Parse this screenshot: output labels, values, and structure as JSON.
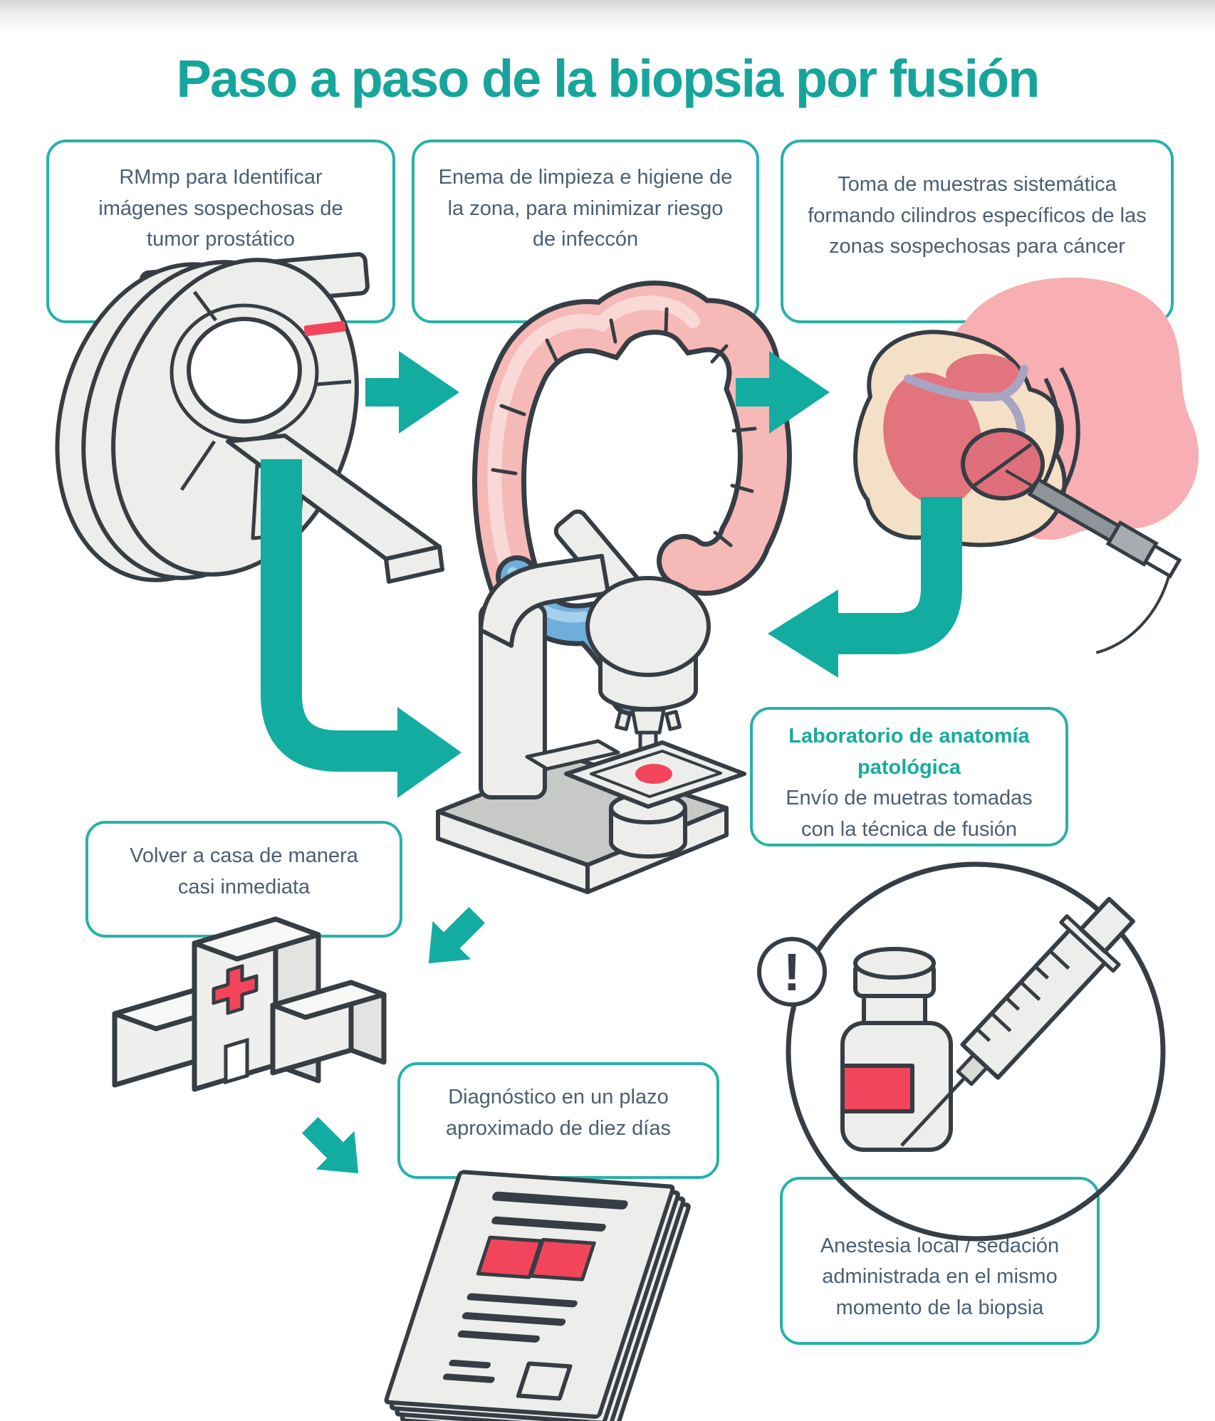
{
  "title": "Paso a paso de la biopsia por fusión",
  "colors": {
    "teal": "#13aca1",
    "teal_border": "#27b2a8",
    "title_teal": "#17a59b",
    "text": "#4c5e72",
    "red": "#f2455c",
    "illustration_gray": "#ededeb",
    "outline": "#363d44"
  },
  "steps": {
    "mri": {
      "text": "RMmp para Identificar imágenes sospechosas de tumor prostático",
      "icon": "mri-scanner-icon"
    },
    "enema": {
      "text": "Enema de limpieza e higiene de la zona, para minimizar riesgo de infeccón",
      "icon": "colon-icon"
    },
    "sampling": {
      "text": "Toma de muestras sistemática formando cilindros específicos de las zonas sospechosas para cáncer",
      "icon": "prostate-biopsy-icon"
    },
    "lab": {
      "heading": "Laboratorio de anatomía patológica",
      "text": "Envío de muetras tomadas con la técnica de fusión",
      "icon": "microscope-icon"
    },
    "home": {
      "text": "Volver a casa de manera casi inmediata",
      "icon": "hospital-icon"
    },
    "diagnosis": {
      "text": "Diagnóstico en un plazo aproximado de diez días",
      "icon": "report-icon"
    },
    "anesthesia": {
      "text": "Anestesia local / sedación administrada en el mismo momento de la biopsia",
      "icon": "anesthesia-bottle-syringe-icon",
      "badge": "!"
    }
  }
}
